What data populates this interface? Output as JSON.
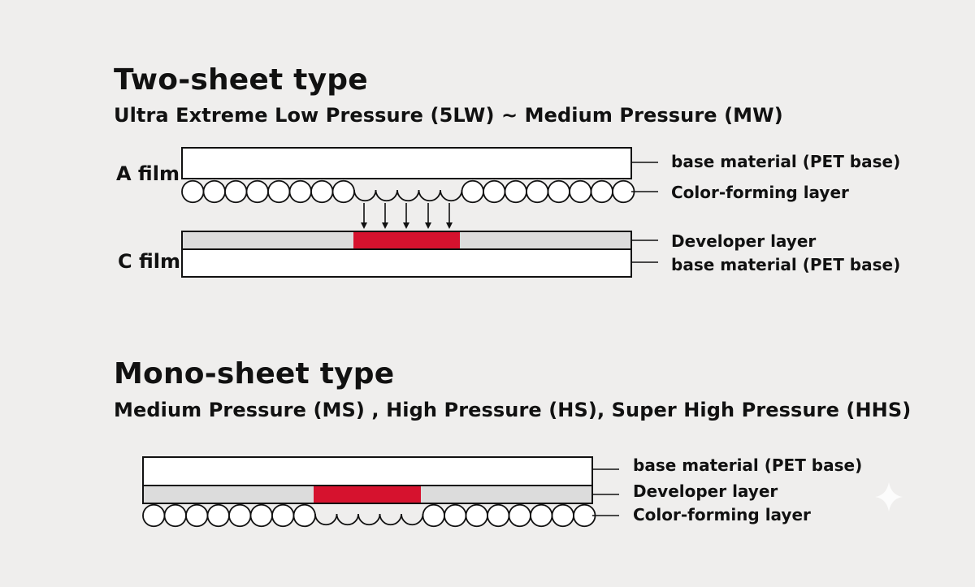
{
  "two_sheet": {
    "title": "Two-sheet type",
    "subtitle": "Ultra Extreme Low Pressure (5LW) ~ Medium Pressure (MW)",
    "a_film_label": "A film",
    "c_film_label": "C film",
    "layers": {
      "a_base": "base material (PET base)",
      "a_color_forming": "Color-forming layer",
      "c_developer": "Developer layer",
      "c_base": "base material (PET base)"
    }
  },
  "mono_sheet": {
    "title": "Mono-sheet type",
    "subtitle": "Medium Pressure (MS) , High Pressure (HS), Super High Pressure (HHS)",
    "layers": {
      "base": "base material (PET base)",
      "developer": "Developer layer",
      "color_forming": "Color-forming layer"
    }
  },
  "colors": {
    "reaction": "#d6122e",
    "developer": "#dcdcdc",
    "stroke": "#111111",
    "background": "#efeeed"
  }
}
